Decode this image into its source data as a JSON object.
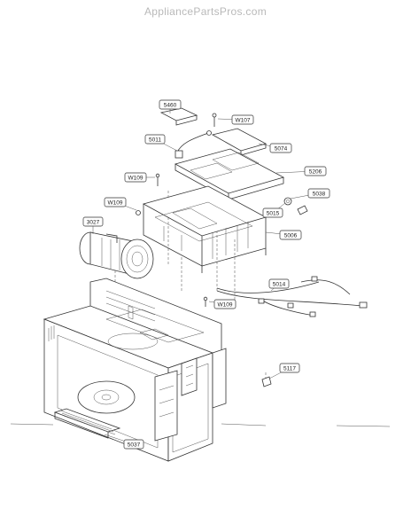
{
  "site": {
    "title": "AppliancePartsPros.com"
  },
  "parts": [
    {
      "id": "5460"
    },
    {
      "id": "W107"
    },
    {
      "id": "5011"
    },
    {
      "id": "5074"
    },
    {
      "id": "5206"
    },
    {
      "id": "W109"
    },
    {
      "id": "W109"
    },
    {
      "id": "5038"
    },
    {
      "id": "5015"
    },
    {
      "id": "3027"
    },
    {
      "id": "5006"
    },
    {
      "id": "5014"
    },
    {
      "id": "W109"
    },
    {
      "id": "5117"
    },
    {
      "id": "5037"
    }
  ]
}
